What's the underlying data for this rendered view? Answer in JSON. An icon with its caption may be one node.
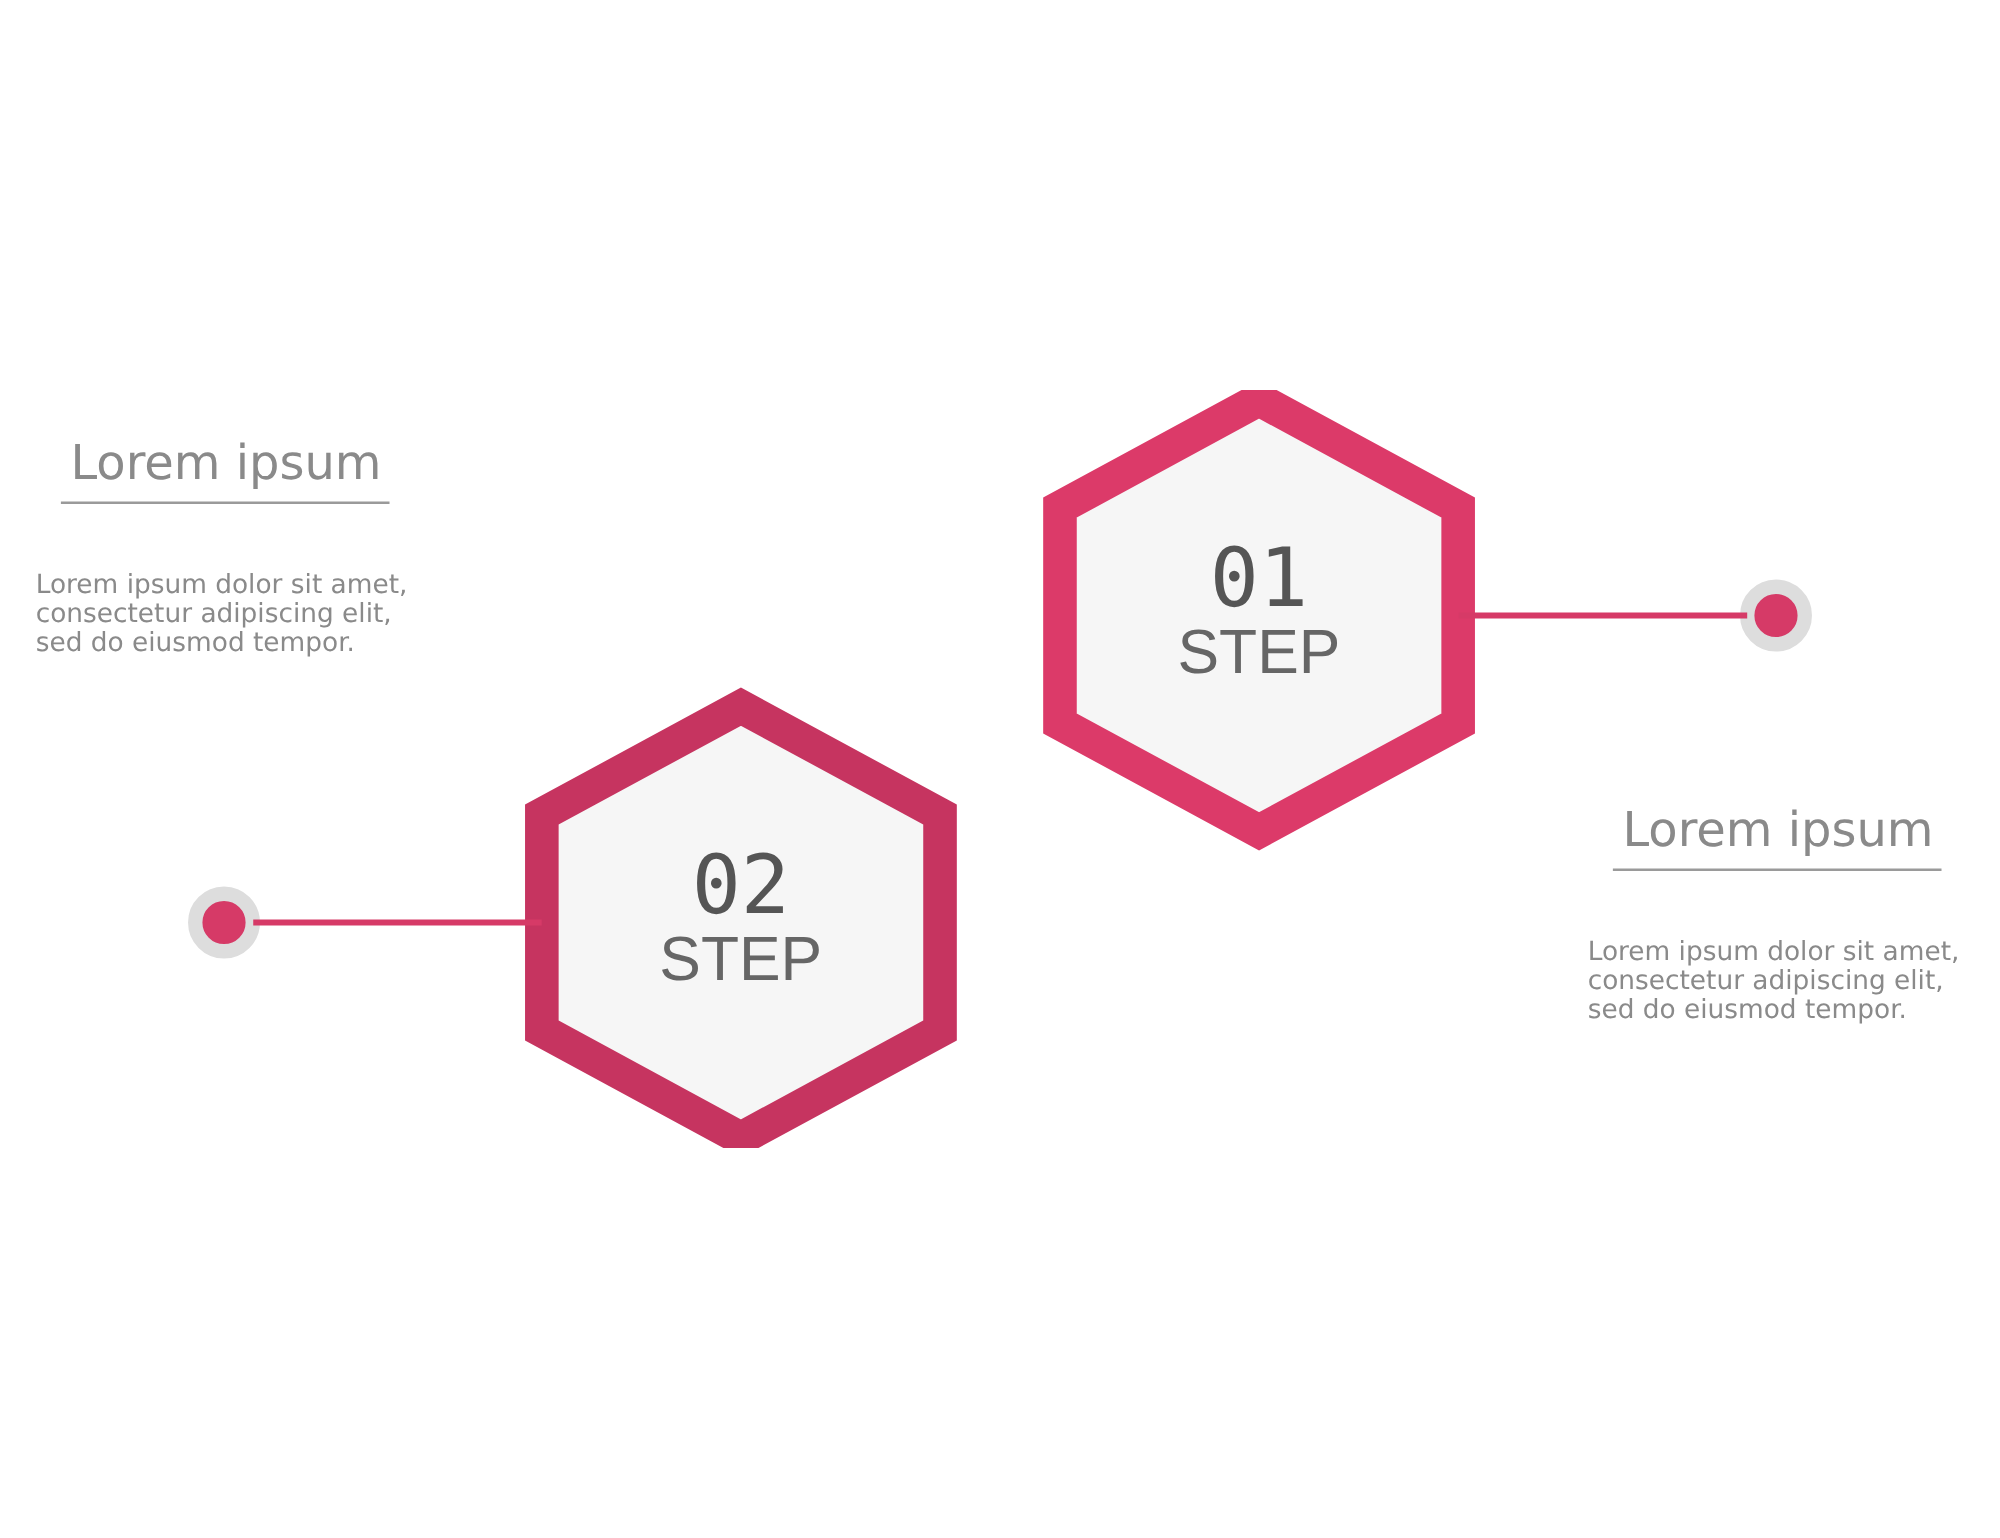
{
  "diagram": {
    "nodes": [
      {
        "text": [
          "01",
          "STEP"
        ]
      },
      {
        "text": [],
        "shape": "circle"
      },
      {
        "text": [
          "02",
          "STEP"
        ]
      },
      {
        "text": [],
        "shape": "circle"
      }
    ],
    "edges": [
      {
        "from": 0,
        "to": 1,
        "arrow": "none"
      },
      {
        "from": 3,
        "to": 2,
        "arrow": "none"
      }
    ],
    "labels": [
      "Lorem ipsum",
      "Lorem ipsum dolor sit amet, consectetur adipiscing elit, sed do eiusmod tempor.",
      "Lorem ipsum",
      "Lorem ipsum dolor sit amet, consectetur adipiscing elit, sed do eiusmod tempor."
    ]
  }
}
